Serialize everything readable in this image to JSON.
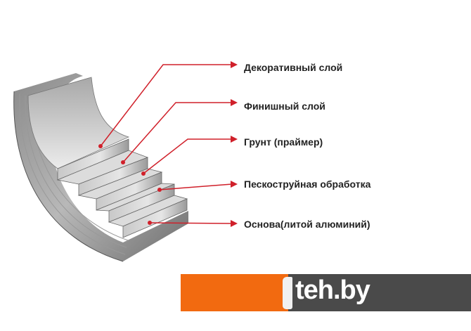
{
  "labels": [
    "Декоративный слой",
    "Финишный слой",
    "Грунт (праймер)",
    "Пескоструйная обработка",
    "Основа(литой алюминий)"
  ],
  "banner": {
    "logo_text": "teh.by"
  },
  "colors": {
    "leader": "#d0202a",
    "orange": "#f26a10",
    "dark": "#4a4a4a"
  }
}
